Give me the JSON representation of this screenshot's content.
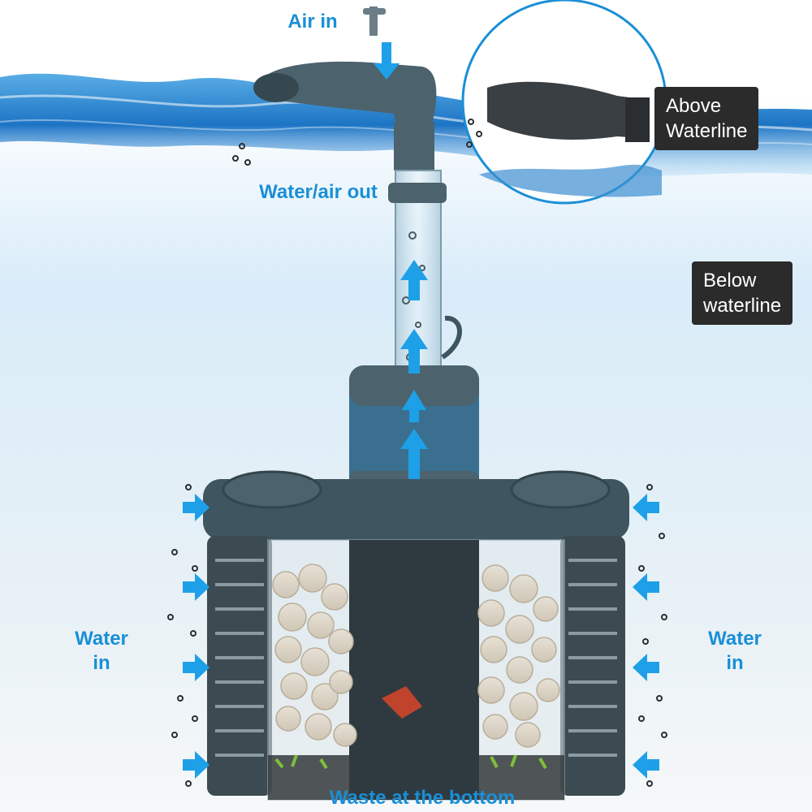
{
  "labels": {
    "air_in": "Air in",
    "water_air_out": "Water/air out",
    "above_waterline_1": "Above",
    "above_waterline_2": "Waterline",
    "below_waterline_1": "Below",
    "below_waterline_2": "waterline",
    "water_in_left_1": "Water",
    "water_in_left_2": "in",
    "water_in_right_1": "Water",
    "water_in_right_2": "in",
    "waste_bottom": "Waste at the bottom"
  },
  "colors": {
    "label_blue": "#1a8fd6",
    "box_dark": "#2b2b2b",
    "filter_body": "#3f5560",
    "filter_accent": "#3d6f8f",
    "water_top": "#3d8fd0",
    "background_top": "#dbeefb",
    "background_bottom": "#f3f6f8",
    "arrow_blue": "#1ea0e8"
  }
}
